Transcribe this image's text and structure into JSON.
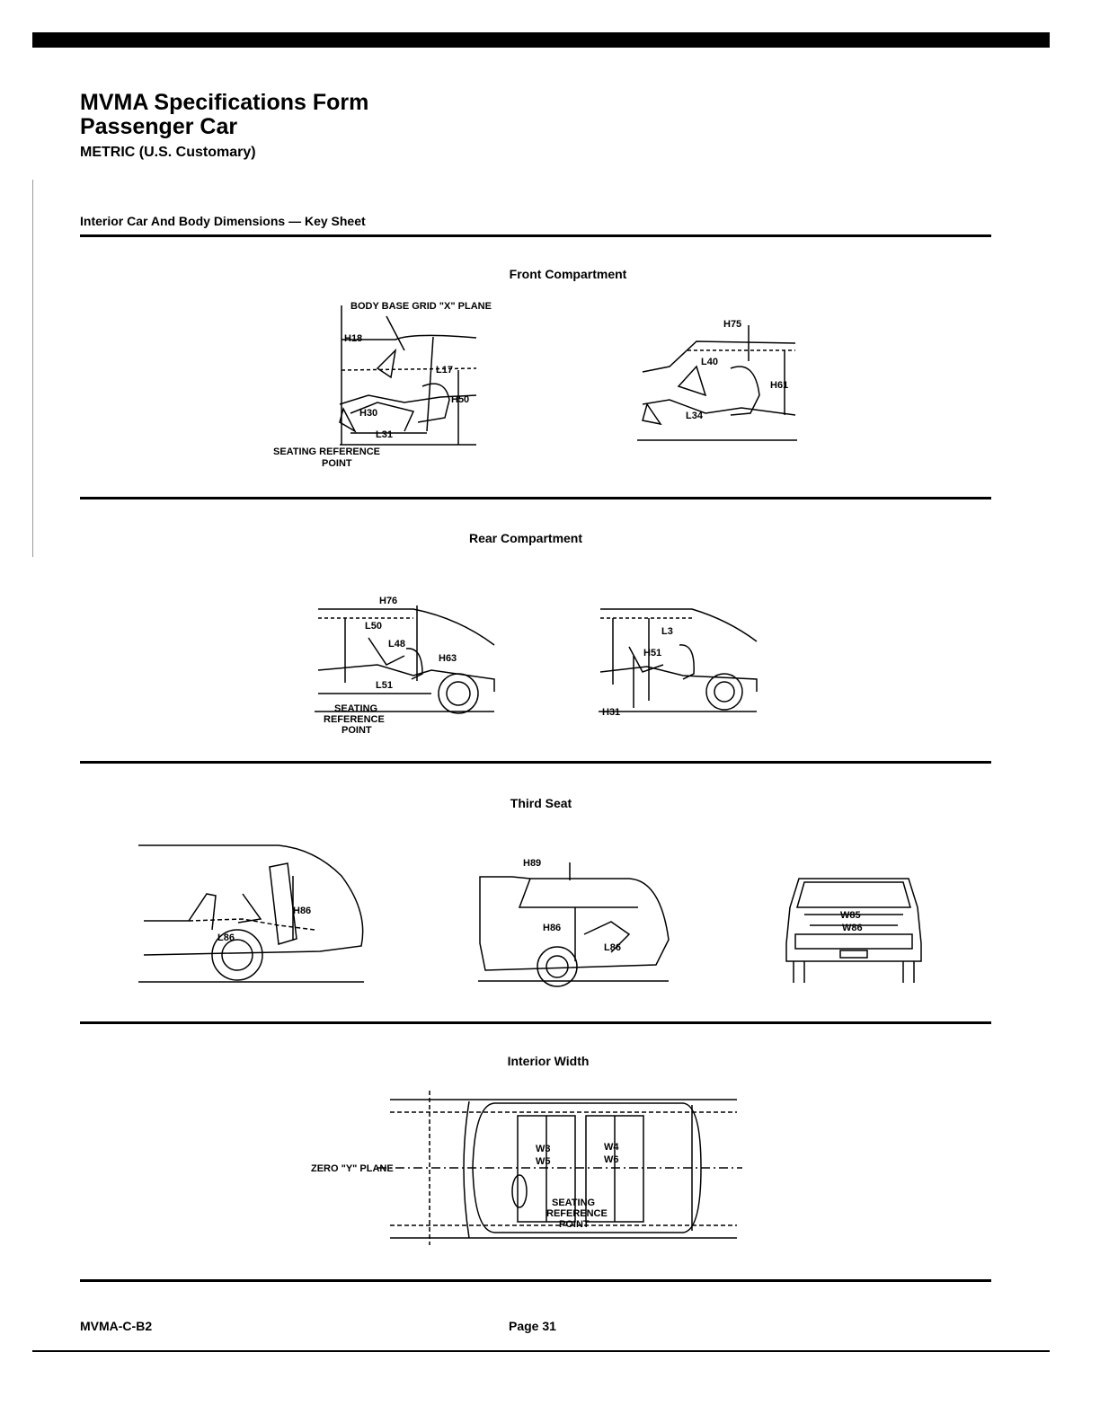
{
  "header": {
    "title_line1": "MVMA Specifications Form",
    "title_line2": "Passenger Car",
    "title_line3": "METRIC (U.S. Customary)"
  },
  "section_title": "Interior Car And Body Dimensions — Key Sheet",
  "subsections": {
    "front": "Front Compartment",
    "rear": "Rear Compartment",
    "third": "Third Seat",
    "width": "Interior Width"
  },
  "labels": {
    "front1": {
      "grid_plane": "BODY BASE GRID \"X\" PLANE",
      "h18": "H18",
      "l17": "L17",
      "h50": "H50",
      "h30": "H30",
      "l31": "L31",
      "srp1": "SEATING REFERENCE",
      "srp2": "POINT"
    },
    "front2": {
      "h75": "H75",
      "l40": "L40",
      "h61": "H61",
      "l34": "L34"
    },
    "rear1": {
      "h76": "H76",
      "l50": "L50",
      "l48": "L48",
      "h63": "H63",
      "l51": "L51",
      "srp1": "SEATING",
      "srp2": "REFERENCE",
      "srp3": "POINT"
    },
    "rear2": {
      "l3": "L3",
      "h51": "H51",
      "h31": "H31"
    },
    "third1": {
      "h86": "H86",
      "l86": "L86"
    },
    "third2": {
      "h89": "H89",
      "h86": "H86",
      "l86": "L86"
    },
    "third3": {
      "w85": "W85",
      "w86": "W86"
    },
    "width": {
      "zero_plane": "ZERO \"Y\" PLANE",
      "w3": "W3",
      "w5": "W5",
      "w4": "W4",
      "w6": "W6",
      "srp1": "SEATING",
      "srp2": "REFERENCE",
      "srp3": "POINT"
    }
  },
  "footer": {
    "form_id": "MVMA-C-B2",
    "page": "Page 31"
  }
}
